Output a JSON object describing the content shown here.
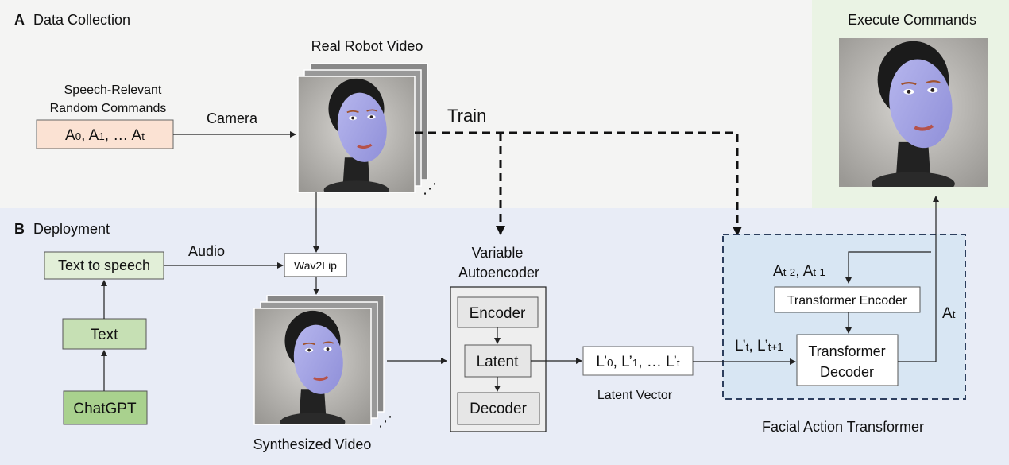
{
  "section_a": {
    "letter": "A",
    "title": "Data Collection",
    "commands_label_line1": "Speech-Relevant",
    "commands_label_line2": "Random Commands",
    "commands": {
      "a0": "A",
      "s0": "0",
      "a1": "A",
      "s1": "1",
      "ellipsis": ", … ",
      "at": "A",
      "st": "t"
    },
    "camera_label": "Camera",
    "video_title": "Real Robot Video",
    "train_label": "Train",
    "execute_title": "Execute Commands"
  },
  "section_b": {
    "letter": "B",
    "title": "Deployment",
    "tts_label": "Text to speech",
    "text_label": "Text",
    "chatgpt_label": "ChatGPT",
    "audio_label": "Audio",
    "wav2lip_label": "Wav2Lip",
    "synth_video_title": "Synthesized Video",
    "vae_title_line1": "Variable",
    "vae_title_line2": "Autoencoder",
    "encoder_label": "Encoder",
    "latent_label": "Latent",
    "decoder_label": "Decoder",
    "latent_vec": {
      "l0": "L’",
      "s0": "0",
      "l1": "L’",
      "s1": "1",
      "ellipsis": ", … ",
      "lt": "L’",
      "st": "t"
    },
    "latent_vector_caption": "Latent Vector",
    "prev_actions": {
      "a1": "A",
      "s1": "t-2",
      "a2": "A",
      "s2": "t-1"
    },
    "transformer_encoder_label": "Transformer Encoder",
    "transformer_decoder_line1": "Transformer",
    "transformer_decoder_line2": "Decoder",
    "lt_inputs": {
      "l1": "L’",
      "s1": "t",
      "l2": "L’",
      "s2": "t+1"
    },
    "output_action": {
      "a": "A",
      "s": "t"
    },
    "fat_caption": "Facial Action Transformer"
  },
  "colors": {
    "section_a_bg": "#f4f4f3",
    "section_b_bg": "#e8ecf6",
    "execute_bg": "#eaf3e4",
    "commands_box": "#fbe2d3",
    "green_light": "#e2efd8",
    "green_mid": "#c6e0b4",
    "green_dark": "#a9d18e",
    "fat_fill": "#d8e6f3",
    "fat_border": "#2d3f5e",
    "vae_fill": "#eeeeee"
  }
}
